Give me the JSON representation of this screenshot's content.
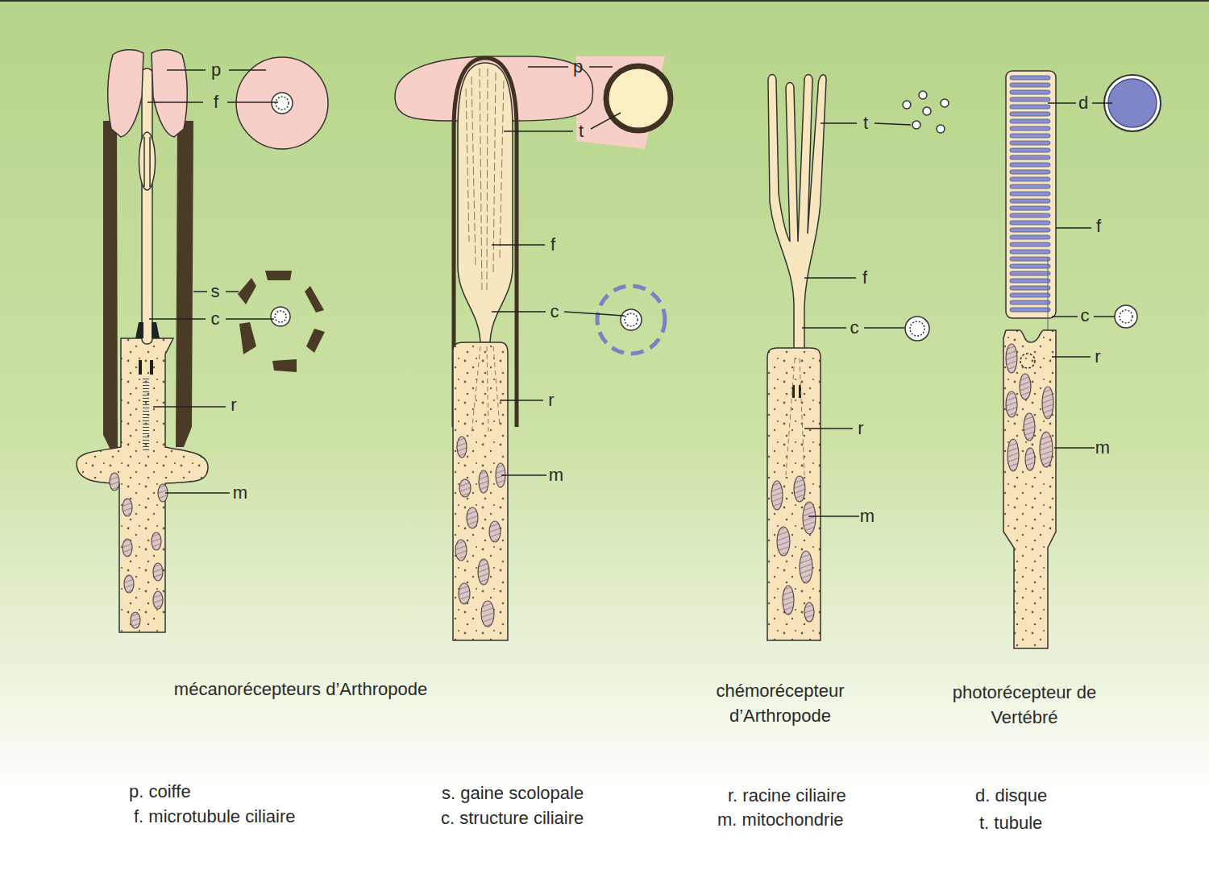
{
  "diagram": {
    "labels": [
      "p",
      "f",
      "s",
      "c",
      "r",
      "m",
      "p",
      "t",
      "f",
      "c",
      "r",
      "m",
      "t",
      "f",
      "c",
      "r",
      "m",
      "d",
      "f",
      "c",
      "r",
      "m",
      "mécanorécepteurs d’Arthropode",
      "chémorécepteur d’Arthropode",
      "photorécepteur de Vertébré",
      "p. coiffe",
      "f. microtubule ciliaire",
      "s. gaine scolopale",
      "c. structure ciliaire",
      "r. racine ciliaire",
      "m. mitochondrie",
      "d. disque",
      "t. tubule"
    ]
  }
}
